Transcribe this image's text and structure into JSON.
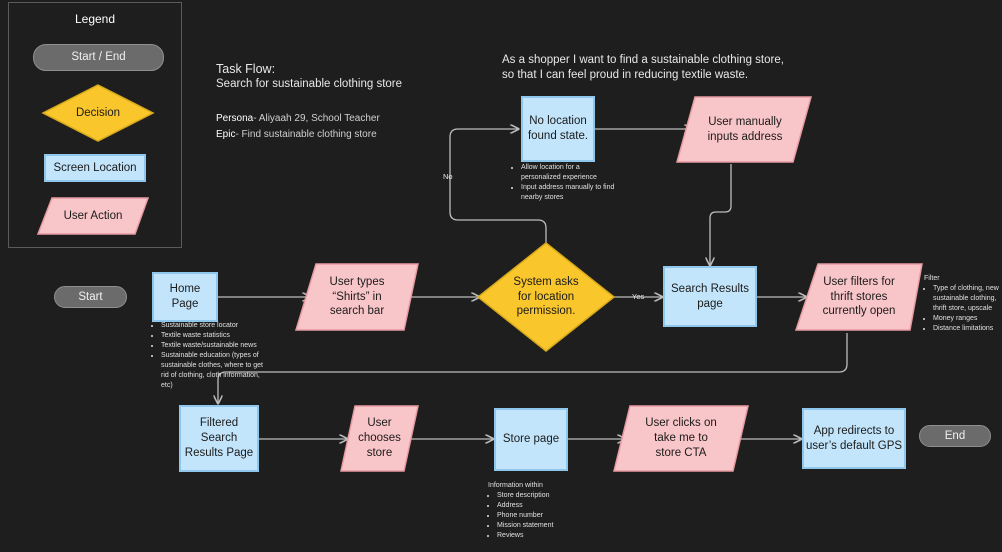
{
  "legend": {
    "title": "Legend",
    "items": [
      "Start / End",
      "Decision",
      "Screen Location",
      "User Action"
    ]
  },
  "task": {
    "heading": "Task Flow:",
    "subheading": "Search for sustainable clothing store",
    "persona_label": "Persona",
    "persona_value": "- Aliyaah 29, School Teacher",
    "epic_label": "Epic",
    "epic_value": "- Find sustainable clothing store"
  },
  "story": {
    "line1": "As a shopper I want to find a sustainable clothing store,",
    "line2": "so that I can feel proud in reducing textile waste."
  },
  "nodes": {
    "start": "Start",
    "home": "Home\nPage",
    "types": "User  types\n“Shirts” in\nsearch bar",
    "decision": "System asks\nfor location\npermission.",
    "no_location": "No location\nfound state.",
    "manual": "User manually\ninputs address",
    "search_results": "Search Results\npage",
    "filters": "User filters for\nthrift stores\ncurrently open",
    "filtered": "Filtered\nSearch\nResults Page",
    "chooses": "User\nchooses\nstore",
    "store_page": "Store page",
    "clicks": "User clicks on\ntake me to\nstore CTA",
    "redirect": "App redirects to\nuser’s default GPS",
    "end": "End"
  },
  "edge_labels": {
    "no": "No",
    "yes": "Yes"
  },
  "notes": {
    "home": [
      "Sustainable store locator",
      "Textile waste statistics",
      "Textile waste/sustainable news",
      "Sustainable education (types of sustainable clothes, where to get rid of clothing, cloth information, etc)"
    ],
    "no_location": [
      "Allow location for a personalized experience",
      "Input address manually to find nearby stores"
    ],
    "filter_title": "Filter",
    "filter": [
      "Type of clothing, new sustainable clothing, thrift store, upscale",
      "Money ranges",
      "Distance limitations"
    ],
    "store_title": "Information within",
    "store": [
      "Store description",
      "Address",
      "Phone number",
      "Mission statement",
      "Reviews"
    ]
  },
  "colors": {
    "background": "#1e1e1e",
    "start_end": "#6b6b6b",
    "decision": "#f9c62b",
    "screen": "#c2e5fb",
    "action": "#f8c5c8",
    "connector": "#bdbdbd"
  }
}
